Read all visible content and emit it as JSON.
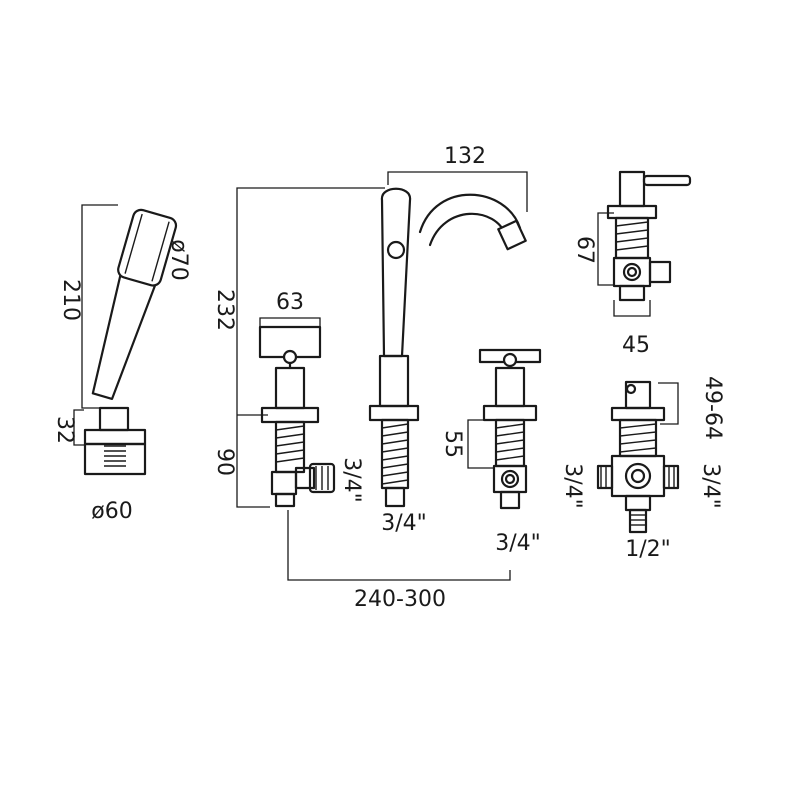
{
  "labels": {
    "spout_reach": "132",
    "spout_height": "232",
    "valve_height": "90",
    "handle_width": "63",
    "handset_length": "210",
    "handset_head_diameter": "ø70",
    "holder_height": "32",
    "holder_diameter": "ø60",
    "spout_thread_side": "3/4\"",
    "spout_thread_bottom": "3/4\"",
    "right_valve_dim": "55",
    "right_valve_thread": "3/4\"",
    "centres": "240-300",
    "diverter_height": "67",
    "diverter_width": "45",
    "mixer_adjust": "49-64",
    "mixer_left_thread": "3/4\"",
    "mixer_right_thread": "3/4\"",
    "mixer_bottom_thread": "1/2\""
  },
  "colors": {
    "line": "#1a1a1a",
    "background": "#ffffff"
  }
}
